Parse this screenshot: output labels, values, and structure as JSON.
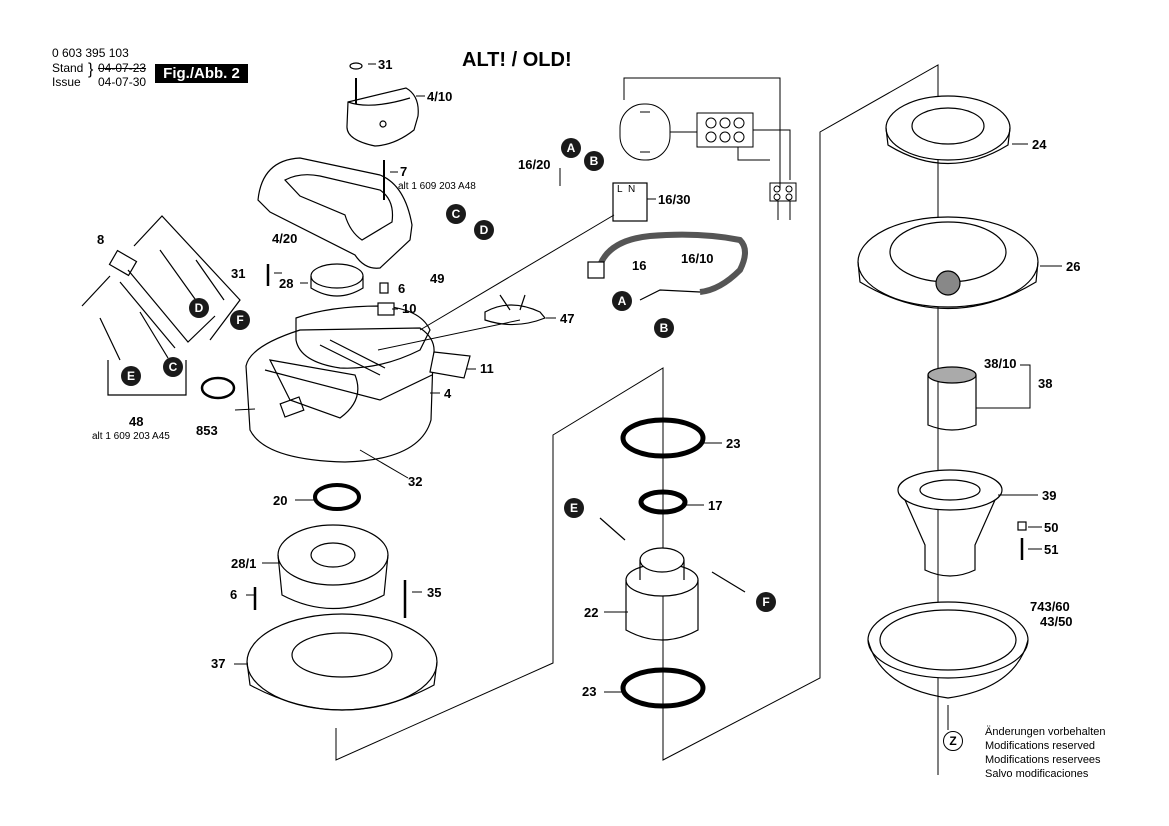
{
  "header": {
    "part_number": "0 603 395 103",
    "stand_label": "Stand",
    "issue_label": "Issue",
    "old_date": "04-07-23",
    "new_date": "04-07-30",
    "figure": "Fig./Abb. 2",
    "title": "ALT! / OLD!"
  },
  "labels": {
    "p31a": "31",
    "p4_10": "4/10",
    "p7": "7",
    "alt48": "alt 1 609 203 A48",
    "p16_20": "16/20",
    "p16_30": "16/30",
    "p4_20": "4/20",
    "p49": "49",
    "p8": "8",
    "p31b": "31",
    "p28": "28",
    "p6a": "6",
    "p10": "10",
    "p16": "16",
    "p16_10": "16/10",
    "p47": "47",
    "p11": "11",
    "p4": "4",
    "p48": "48",
    "alt45": "alt 1 609 203 A45",
    "p853": "853",
    "p32": "32",
    "p20": "20",
    "p28_1": "28/1",
    "p6b": "6",
    "p35": "35",
    "p37": "37",
    "p23a": "23",
    "p17": "17",
    "p22": "22",
    "p23b": "23",
    "p24": "24",
    "p26": "26",
    "p38_10": "38/10",
    "p38": "38",
    "p39": "39",
    "p50": "50",
    "p51": "51",
    "p743_60": "743/60",
    "p43_50": "43/50",
    "switch_l": "L",
    "switch_n": "N"
  },
  "badges": {
    "a1": "A",
    "b1": "B",
    "c1": "C",
    "d1": "D",
    "a2": "A",
    "b2": "B",
    "d2": "D",
    "f1": "F",
    "c2": "C",
    "e1": "E",
    "e2": "E",
    "f2": "F",
    "z": "Z"
  },
  "notes": [
    "Änderungen vorbehalten",
    "Modifications reserved",
    "Modifications reservees",
    "Salvo modificaciones"
  ]
}
